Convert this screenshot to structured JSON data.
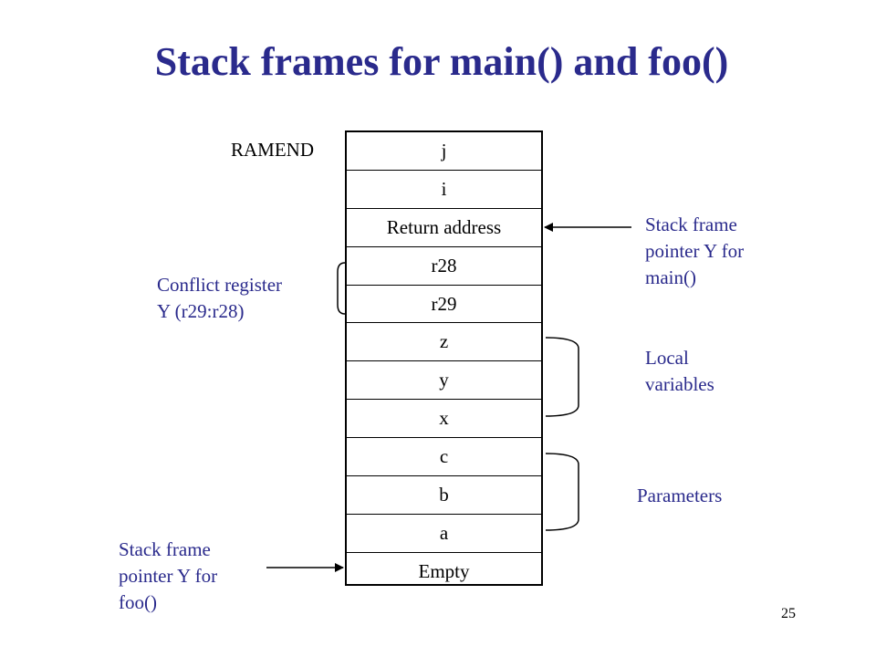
{
  "title": "Stack frames for main() and foo()",
  "stack_cells": [
    "j",
    "i",
    "Return address",
    "r28",
    "r29",
    "z",
    "y",
    "x",
    "c",
    "b",
    "a",
    "Empty"
  ],
  "labels": {
    "ramend": "RAMEND",
    "main_pointer": [
      "Stack frame",
      "pointer Y for",
      "main()"
    ],
    "conflict": [
      "Conflict register",
      "Y (r29:r28)"
    ],
    "local_vars": [
      "Local",
      "variables"
    ],
    "parameters": "Parameters",
    "foo_pointer": [
      "Stack frame",
      "pointer Y for",
      "foo()"
    ]
  },
  "page_number": "25",
  "colors": {
    "title": "#2a2a8c",
    "annotation": "#2a2a8c",
    "lines": "#000000"
  }
}
